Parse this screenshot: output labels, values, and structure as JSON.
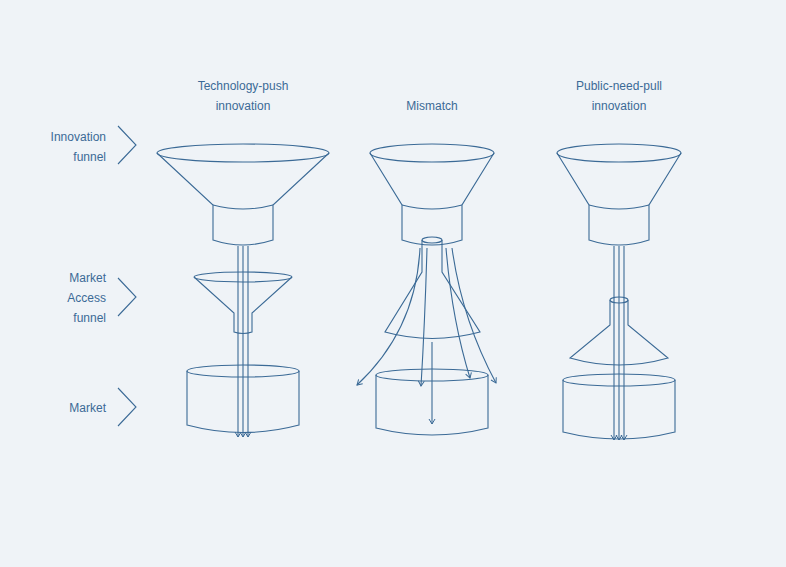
{
  "diagram": {
    "labels": [
      "Technology-push innovation",
      "Mismatch",
      "Public-need-pull innovation",
      "Innovation funnel",
      "Market Access funnel",
      "Market"
    ]
  }
}
